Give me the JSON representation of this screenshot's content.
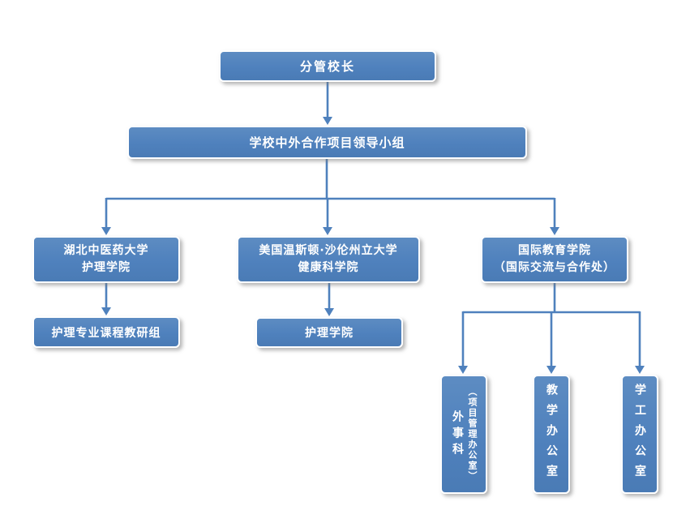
{
  "diagram": {
    "type": "org-chart",
    "colors": {
      "box_fill": "#4f81bd",
      "box_border": "#ffffff",
      "connector": "#4f81bd",
      "text": "#ffffff",
      "background": "#ffffff"
    },
    "nodes": {
      "principal": {
        "label": "分管校长"
      },
      "leading_group": {
        "label": "学校中外合作项目领导小组"
      },
      "hubei_nursing": {
        "line1": "湖北中医药大学",
        "line2": "护理学院"
      },
      "wssu_health": {
        "line1": "美国温斯顿·沙伦州立大学",
        "line2": "健康科学院"
      },
      "intl_education": {
        "line1": "国际教育学院",
        "line2": "（国际交流与合作处）"
      },
      "nursing_course_group": {
        "label": "护理专业课程教研组"
      },
      "nursing_school": {
        "label": "护理学院"
      },
      "foreign_affairs": {
        "label": "外事科",
        "sublabel": "（项目管理办公室）"
      },
      "teaching_office": {
        "label": "教学办公室"
      },
      "student_affairs": {
        "label": "学工办公室"
      }
    },
    "edges": [
      {
        "from": "principal",
        "to": "leading_group"
      },
      {
        "from": "leading_group",
        "to": "hubei_nursing"
      },
      {
        "from": "leading_group",
        "to": "wssu_health"
      },
      {
        "from": "leading_group",
        "to": "intl_education"
      },
      {
        "from": "hubei_nursing",
        "to": "nursing_course_group"
      },
      {
        "from": "wssu_health",
        "to": "nursing_school"
      },
      {
        "from": "intl_education",
        "to": "foreign_affairs"
      },
      {
        "from": "intl_education",
        "to": "teaching_office"
      },
      {
        "from": "intl_education",
        "to": "student_affairs"
      }
    ]
  }
}
